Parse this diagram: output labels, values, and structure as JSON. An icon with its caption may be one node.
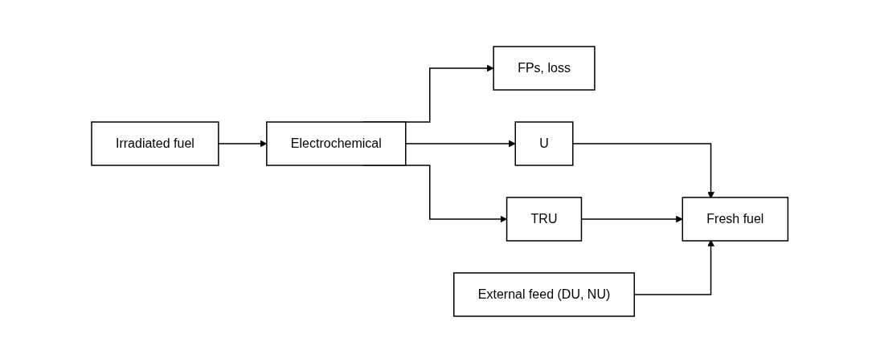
{
  "diagram": {
    "nodes": [
      {
        "text": [
          "Irradiated fuel"
        ]
      },
      {
        "text": [
          "Electrochemical"
        ]
      },
      {
        "text": [
          "FPs, loss"
        ]
      },
      {
        "text": [
          "U"
        ]
      },
      {
        "text": [
          "TRU"
        ]
      },
      {
        "text": [
          "Fresh fuel"
        ]
      },
      {
        "text": [
          "External feed (DU, NU)"
        ]
      }
    ],
    "edges": [
      {
        "from": 0,
        "to": 1,
        "arrow": "to"
      },
      {
        "from": 1,
        "to": 2,
        "arrow": "to"
      },
      {
        "from": 1,
        "to": 3,
        "arrow": "to"
      },
      {
        "from": 1,
        "to": 4,
        "arrow": "to"
      },
      {
        "from": 3,
        "to": 5,
        "arrow": "to"
      },
      {
        "from": 4,
        "to": 5,
        "arrow": "to"
      },
      {
        "from": 6,
        "to": 5,
        "arrow": "to"
      }
    ]
  }
}
